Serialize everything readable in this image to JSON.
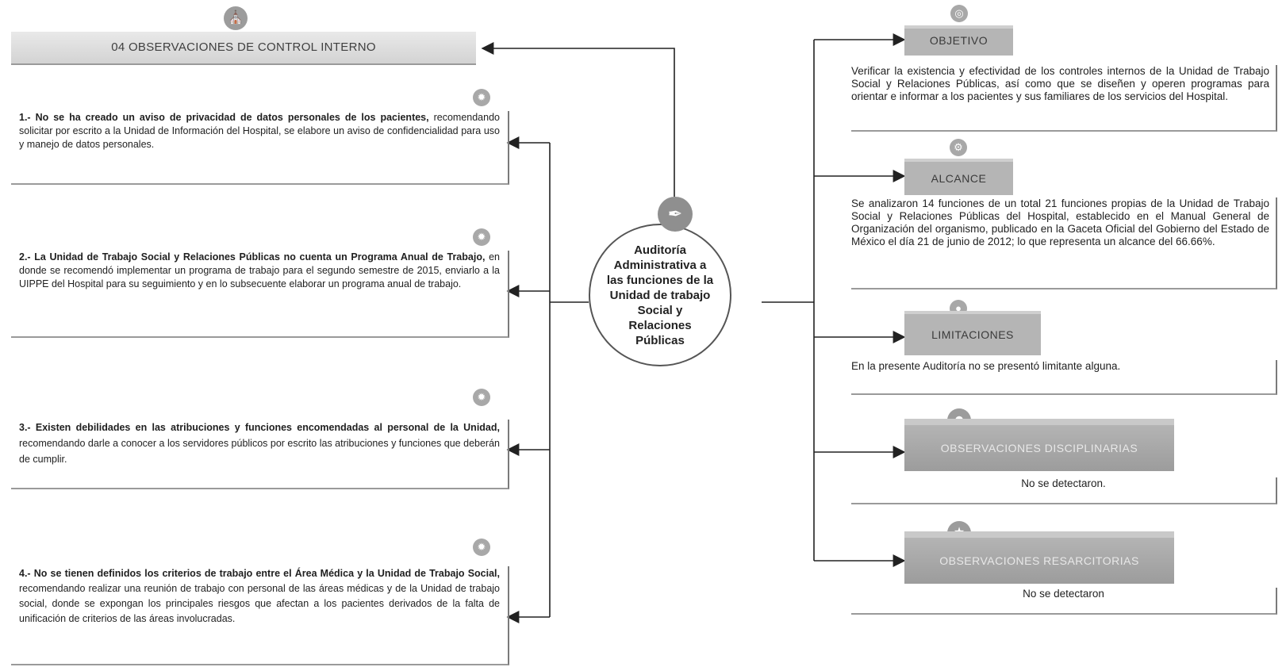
{
  "left": {
    "header": "04 OBSERVACIONES DE CONTROL INTERNO",
    "observations": [
      {
        "bold": "1.- No se ha creado un aviso de privacidad de datos personales de los pacientes,",
        "text": " recomendando solicitar por escrito a la Unidad de Información del Hospital, se elabore un aviso de confidencialidad para uso y manejo de datos personales."
      },
      {
        "bold": "2.- La Unidad de Trabajo Social y Relaciones Públicas no cuenta un Programa Anual de Trabajo,",
        "text": " en donde se recomendó implementar un programa de trabajo para el segundo semestre de 2015, enviarlo a la UIPPE del Hospital para su seguimiento y en lo subsecuente elaborar un programa anual de trabajo."
      },
      {
        "bold": "3.- Existen debilidades en las atribuciones y funciones encomendadas al personal de la Unidad,",
        "text": " recomendando darle a conocer a los servidores públicos por escrito las atribuciones y funciones que deberán de cumplir."
      },
      {
        "bold": "4.- No se tienen definidos los criterios de trabajo entre el Área Médica y la Unidad de Trabajo Social,",
        "text": " recomendando realizar una reunión de trabajo con personal de las áreas médicas y de la Unidad de trabajo social, donde se expongan los principales riesgos que afectan a los pacientes derivados de la falta de unificación de criterios de las áreas involucradas."
      }
    ]
  },
  "center": {
    "title": "Auditoría Administrativa a las funciones de la Unidad de trabajo Social y Relaciones Públicas"
  },
  "right": {
    "objetivo": {
      "label": "OBJETIVO",
      "text": "Verificar la existencia y efectividad de los controles internos de la Unidad de Trabajo Social y Relaciones Públicas, así como que se diseñen y operen programas para orientar e informar a los pacientes y sus familiares de los servicios del Hospital."
    },
    "alcance": {
      "label": "ALCANCE",
      "text": "Se analizaron 14 funciones de un total 21 funciones propias de la Unidad de Trabajo Social y Relaciones Públicas del Hospital, establecido en el Manual General de Organización del organismo, publicado en la Gaceta Oficial del Gobierno del Estado de México el día 21 de junio de 2012; lo que representa un alcance del 66.66%."
    },
    "limitaciones": {
      "label": "LIMITACIONES",
      "text": "En la presente Auditoría no se presentó limitante alguna."
    },
    "disciplinarias": {
      "label": "OBSERVACIONES DISCIPLINARIAS",
      "text": "No se detectaron."
    },
    "resarcitorias": {
      "label": "OBSERVACIONES RESARCITORIAS",
      "text": "No se detectaron"
    }
  },
  "icons": {
    "header": "building-icon",
    "observation": "gear-icon",
    "center": "pen-icon",
    "objetivo": "target-icon",
    "alcance": "gears-icon",
    "limitaciones": "lock-icon",
    "disciplinarias": "person-icon",
    "resarcitorias": "group-icon"
  }
}
